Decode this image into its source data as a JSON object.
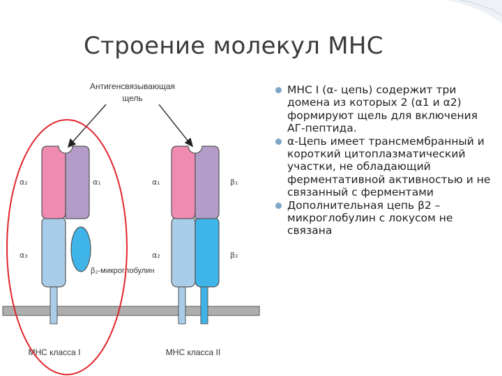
{
  "slide": {
    "title": "Строение молекул MHC",
    "bullets": [
      "MHC I (α- цепь) содержит три домена из которых 2 (α1 и α2) формируют щель для включения АГ-пептида.",
      "α-Цепь имеет трансмембранный и короткий цитоплазматический участки, не обладающий ферментативной активностью и не связанный с ферментами",
      "Дополнительная цепь β2 – микроглобулин с локусом не связана"
    ]
  },
  "diagram": {
    "cleft_label": "Антигенсвязывающая щель",
    "class1": {
      "caption": "МНС класса I",
      "alpha2": "α₂",
      "alpha1": "α₁",
      "alpha3": "α₃",
      "b2m": "β₂-микроглобулин"
    },
    "class2": {
      "caption": "МНС класса II",
      "alpha1": "α₁",
      "beta1": "β₁",
      "alpha2": "α₂",
      "beta2": "β₂"
    },
    "colors": {
      "pink": "#ef8ab1",
      "purple": "#b49cc8",
      "light_blue": "#a9cde9",
      "cyan": "#3fb4e8",
      "membrane": "#aeaeae",
      "highlight_circle": "#e0242b",
      "bullet": "#7fa6c6"
    }
  }
}
